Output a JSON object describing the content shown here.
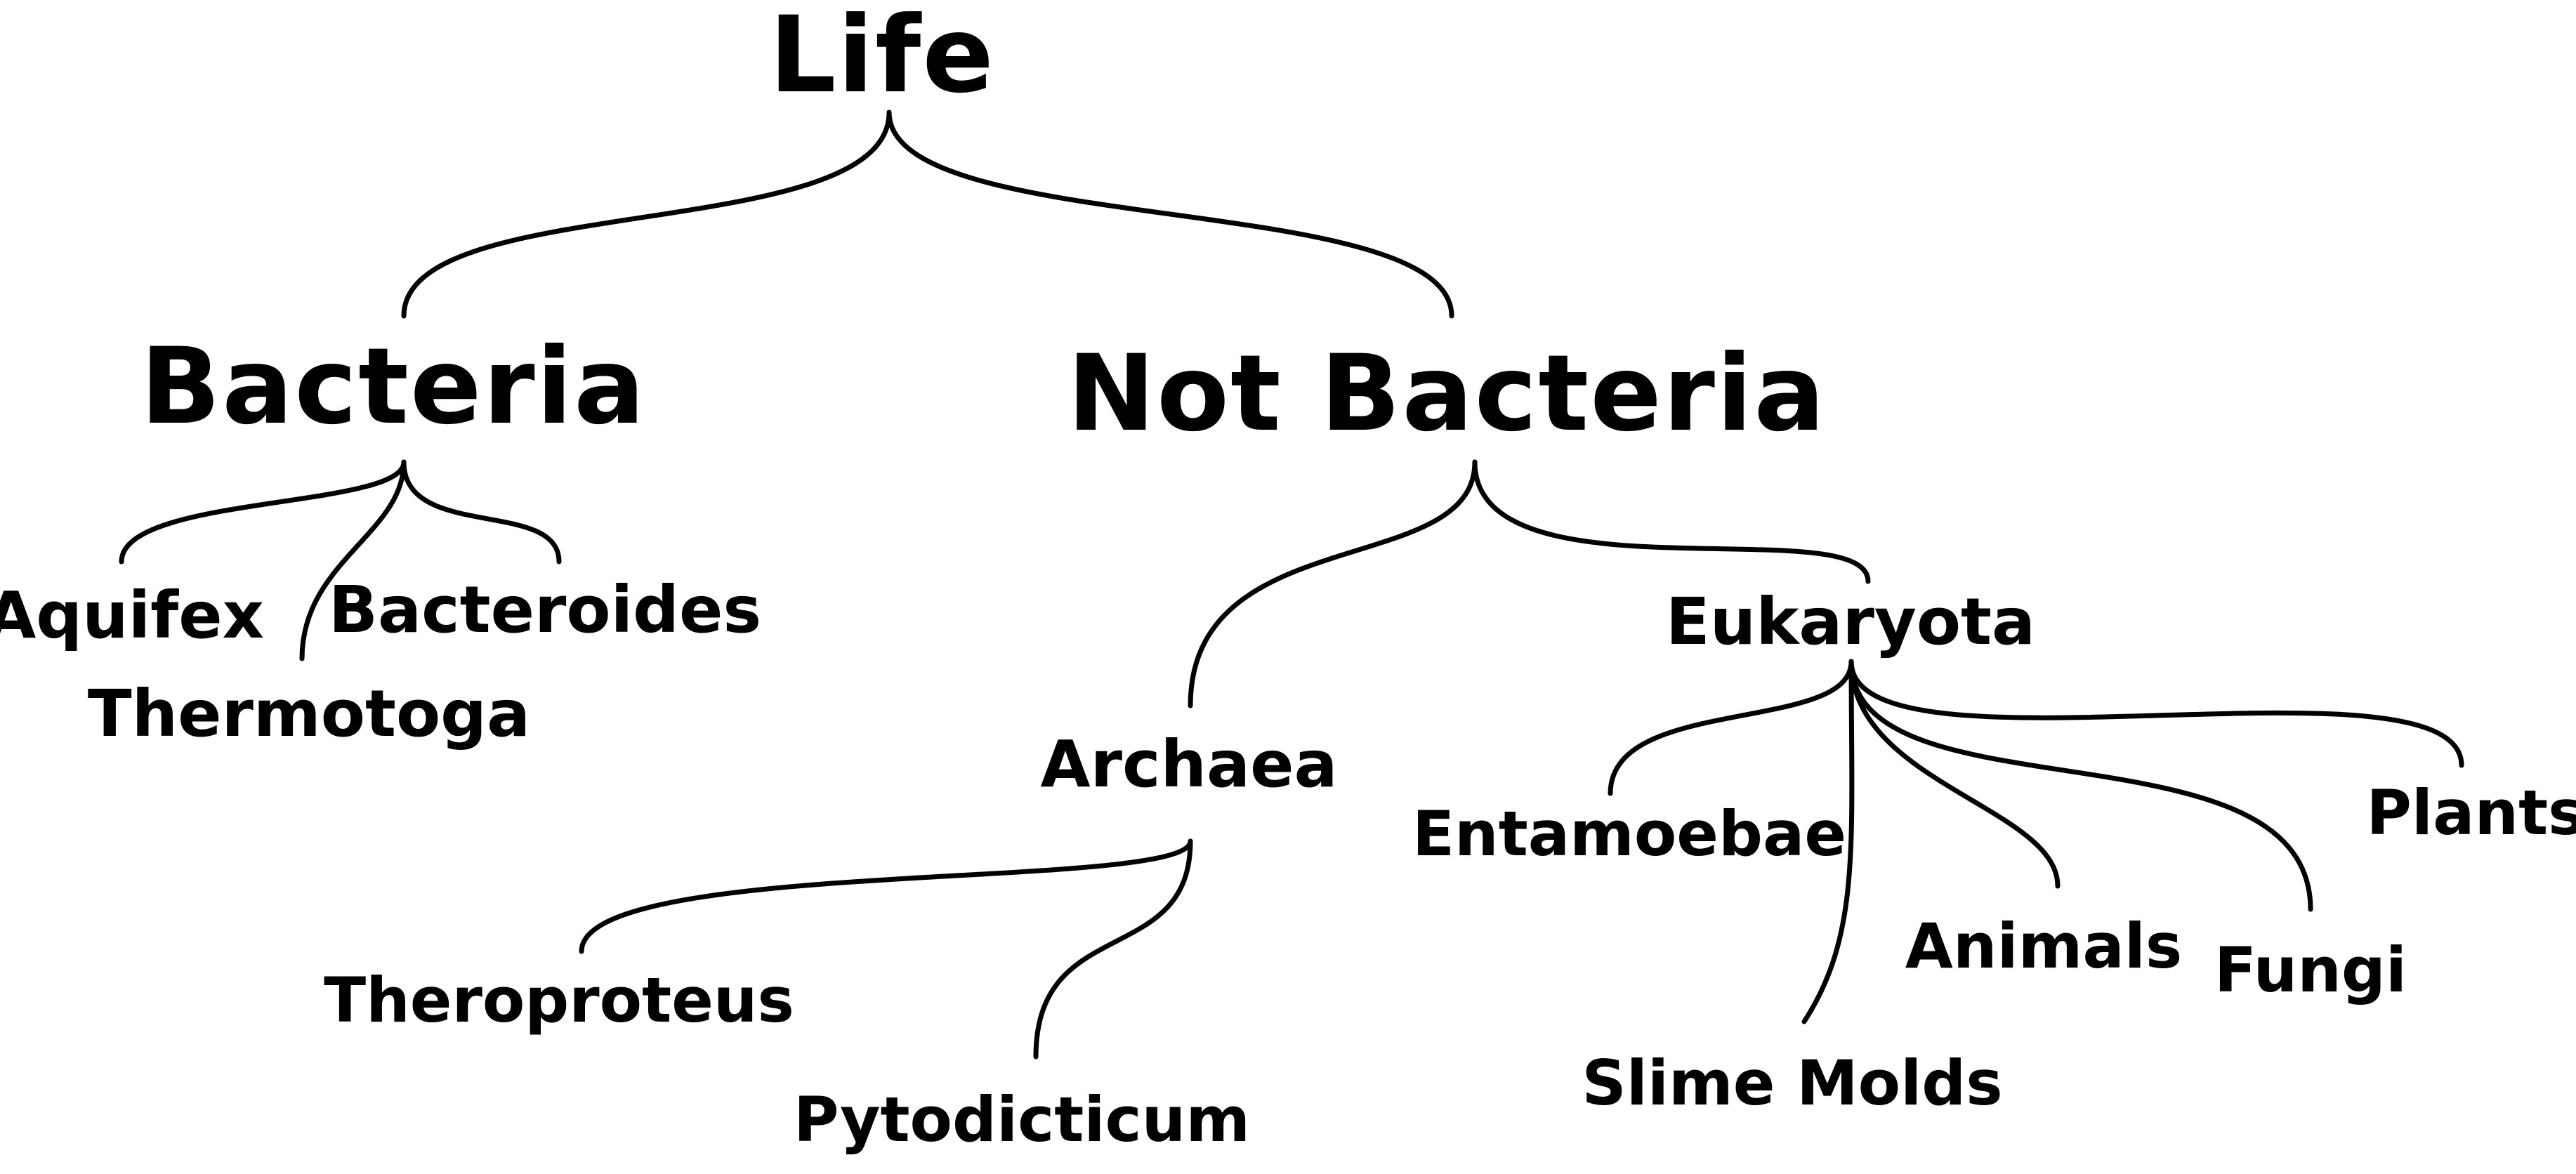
{
  "tree": {
    "root": "Life",
    "level1": {
      "bacteria": "Bacteria",
      "not_bacteria": "Not Bacteria"
    },
    "bacteria_children": {
      "aquifex": "Aquifex",
      "thermotoga": "Thermotoga",
      "bacteroides": "Bacteroides"
    },
    "not_bacteria_children": {
      "archaea": "Archaea",
      "eukaryota": "Eukaryota"
    },
    "archaea_children": {
      "theroproteus": "Theroproteus",
      "pytodicticum": "Pytodicticum"
    },
    "eukaryota_children": {
      "entamoebae": "Entamoebae",
      "slime_molds": "Slime Molds",
      "animals": "Animals",
      "fungi": "Fungi",
      "plants": "Plants"
    }
  },
  "colors": {
    "ink": "#000000",
    "background": "#ffffff"
  }
}
